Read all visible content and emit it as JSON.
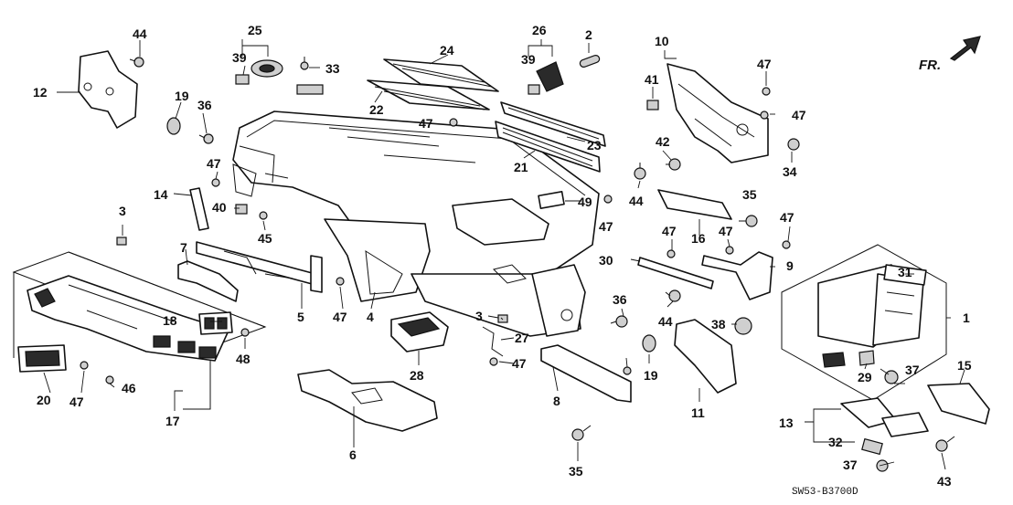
{
  "diagram_code": "SW53-B3700D",
  "direction_label": "FR.",
  "callouts": [
    {
      "id": "c1",
      "label": "1"
    },
    {
      "id": "c2",
      "label": "2"
    },
    {
      "id": "c3a",
      "label": "3"
    },
    {
      "id": "c3b",
      "label": "3"
    },
    {
      "id": "c4",
      "label": "4"
    },
    {
      "id": "c5",
      "label": "5"
    },
    {
      "id": "c6",
      "label": "6"
    },
    {
      "id": "c7",
      "label": "7"
    },
    {
      "id": "c8",
      "label": "8"
    },
    {
      "id": "c9",
      "label": "9"
    },
    {
      "id": "c10",
      "label": "10"
    },
    {
      "id": "c11",
      "label": "11"
    },
    {
      "id": "c12",
      "label": "12"
    },
    {
      "id": "c13",
      "label": "13"
    },
    {
      "id": "c14",
      "label": "14"
    },
    {
      "id": "c15",
      "label": "15"
    },
    {
      "id": "c16",
      "label": "16"
    },
    {
      "id": "c17",
      "label": "17"
    },
    {
      "id": "c18",
      "label": "18"
    },
    {
      "id": "c19a",
      "label": "19"
    },
    {
      "id": "c19b",
      "label": "19"
    },
    {
      "id": "c20",
      "label": "20"
    },
    {
      "id": "c21",
      "label": "21"
    },
    {
      "id": "c22",
      "label": "22"
    },
    {
      "id": "c23",
      "label": "23"
    },
    {
      "id": "c24",
      "label": "24"
    },
    {
      "id": "c25",
      "label": "25"
    },
    {
      "id": "c26",
      "label": "26"
    },
    {
      "id": "c27",
      "label": "27"
    },
    {
      "id": "c28",
      "label": "28"
    },
    {
      "id": "c29",
      "label": "29"
    },
    {
      "id": "c30",
      "label": "30"
    },
    {
      "id": "c31",
      "label": "31"
    },
    {
      "id": "c32",
      "label": "32"
    },
    {
      "id": "c33",
      "label": "33"
    },
    {
      "id": "c34",
      "label": "34"
    },
    {
      "id": "c35a",
      "label": "35"
    },
    {
      "id": "c35b",
      "label": "35"
    },
    {
      "id": "c36a",
      "label": "36"
    },
    {
      "id": "c36b",
      "label": "36"
    },
    {
      "id": "c37a",
      "label": "37"
    },
    {
      "id": "c37b",
      "label": "37"
    },
    {
      "id": "c38",
      "label": "38"
    },
    {
      "id": "c39a",
      "label": "39"
    },
    {
      "id": "c39b",
      "label": "39"
    },
    {
      "id": "c40",
      "label": "40"
    },
    {
      "id": "c41",
      "label": "41"
    },
    {
      "id": "c42",
      "label": "42"
    },
    {
      "id": "c43",
      "label": "43"
    },
    {
      "id": "c44a",
      "label": "44"
    },
    {
      "id": "c44b",
      "label": "44"
    },
    {
      "id": "c44c",
      "label": "44"
    },
    {
      "id": "c45",
      "label": "45"
    },
    {
      "id": "c46",
      "label": "46"
    },
    {
      "id": "c47a",
      "label": "47"
    },
    {
      "id": "c47b",
      "label": "47"
    },
    {
      "id": "c47c",
      "label": "47"
    },
    {
      "id": "c47d",
      "label": "47"
    },
    {
      "id": "c47e",
      "label": "47"
    },
    {
      "id": "c47f",
      "label": "47"
    },
    {
      "id": "c47g",
      "label": "47"
    },
    {
      "id": "c47h",
      "label": "47"
    },
    {
      "id": "c47i",
      "label": "47"
    },
    {
      "id": "c47j",
      "label": "47"
    },
    {
      "id": "c47k",
      "label": "47"
    },
    {
      "id": "c48",
      "label": "48"
    },
    {
      "id": "c49",
      "label": "49"
    }
  ]
}
